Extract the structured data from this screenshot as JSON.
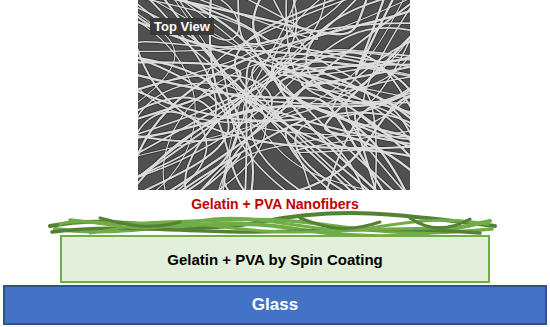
{
  "diagram": {
    "nodes": [
      {
        "text": [
          "Top View"
        ]
      },
      {
        "text": [
          "Gelatin + PVA by Spin Coating"
        ]
      },
      {
        "text": [
          "Glass"
        ]
      }
    ],
    "labels": [
      "Gelatin + PVA Nanofibers"
    ]
  }
}
